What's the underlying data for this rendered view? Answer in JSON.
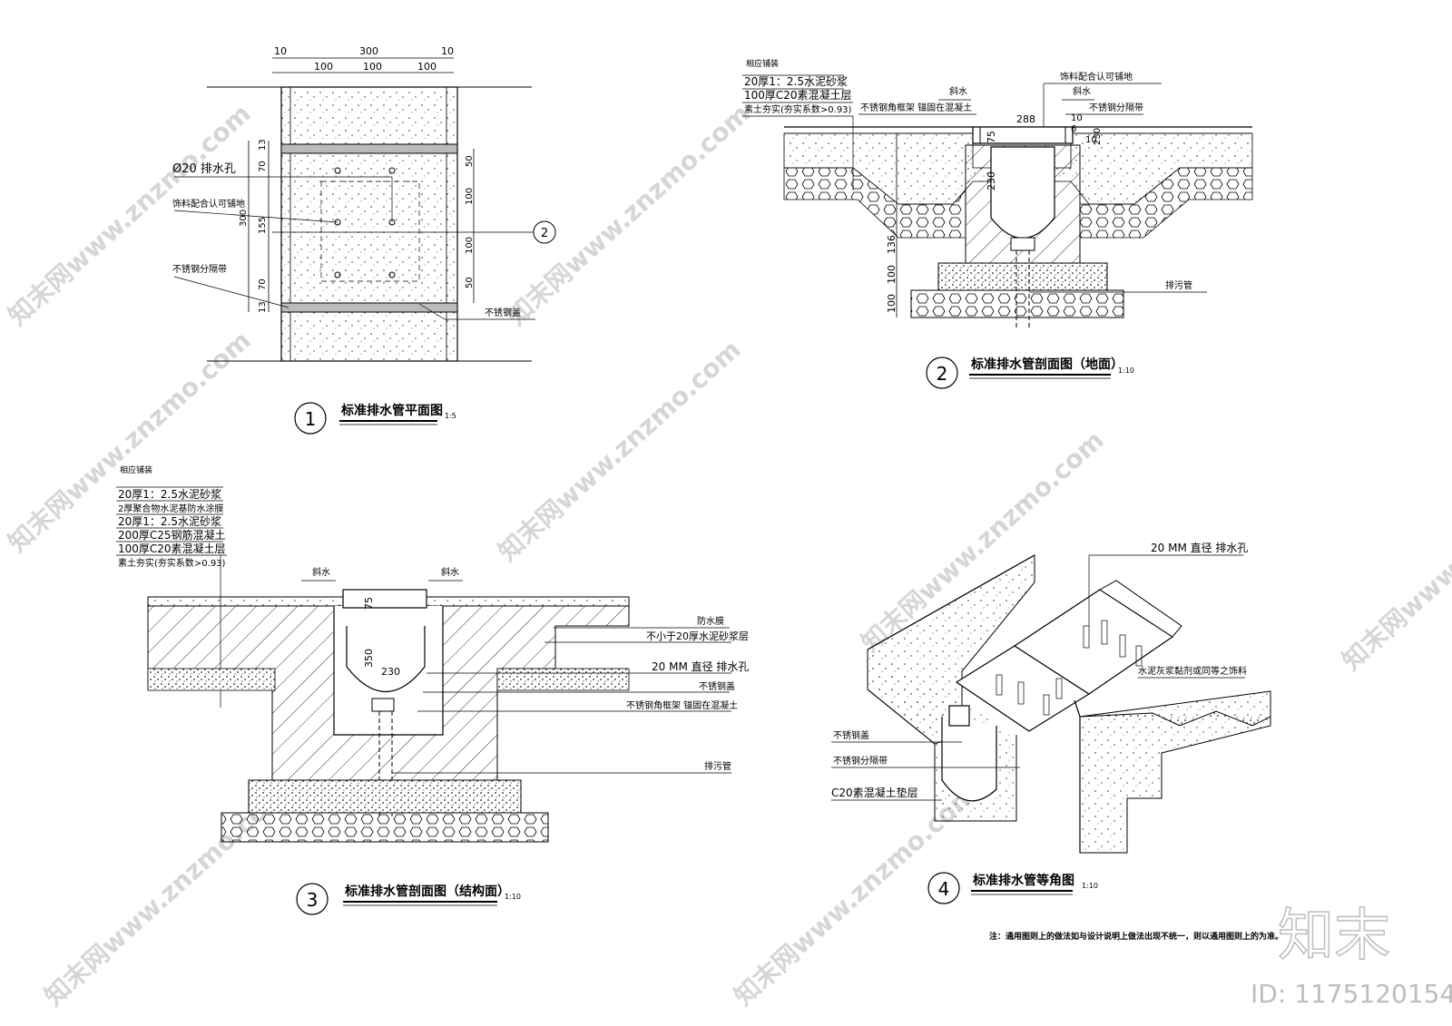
{
  "plan": {
    "dims_top": [
      "10",
      "300",
      "10",
      "100",
      "100",
      "100"
    ],
    "dims_left": [
      "13",
      "70",
      "300",
      "155",
      "70",
      "13"
    ],
    "dims_right": [
      "50",
      "100",
      "100",
      "50"
    ],
    "labels": [
      "Ø20 排水孔",
      "饰料配合认可铺地",
      "不锈钢分隔带",
      "不锈钢盖"
    ],
    "callout": "2",
    "title_num": "1",
    "title": "标准排水管平面图",
    "scale": "1:5"
  },
  "section_ground": {
    "layers_header": "相应铺装",
    "layers": [
      "20厚1：2.5水泥砂浆",
      "100厚C20素混凝土层",
      "素土夯实(夯实系数>0.93)"
    ],
    "labels": [
      "饰料配合认可铺地",
      "斜水",
      "斜水",
      "不锈钢角框架 锚固在混凝土",
      "不锈钢分隔带",
      "排污管"
    ],
    "dims": [
      "288",
      "75",
      "230",
      "136",
      "100",
      "100",
      "10",
      "6",
      "10",
      "230"
    ],
    "title_num": "2",
    "title": "标准排水管剖面图（地面）",
    "scale": "1:10"
  },
  "section_structure": {
    "layers_header": "相应铺装",
    "layers": [
      "20厚1：2.5水泥砂浆",
      "2厚聚合物水泥基防水涂膜",
      "20厚1：2.5水泥砂浆",
      "200厚C25钢筋混凝土",
      "100厚C20素混凝土层",
      "素土夯实(夯实系数>0.93)"
    ],
    "labels": [
      "斜水",
      "斜水",
      "防水膜",
      "不小于20厚水泥砂浆层",
      "20 MM 直径 排水孔",
      "不锈钢盖",
      "不锈钢角框架 锚固在混凝土",
      "排污管"
    ],
    "dims": [
      "75",
      "350",
      "230"
    ],
    "title_num": "3",
    "title": "标准排水管剖面图（结构面）",
    "scale": "1:10"
  },
  "isometric": {
    "labels": [
      "20 MM 直径 排水孔",
      "水泥灰浆黏剂或同等之饰料",
      "不锈钢盖",
      "不锈钢分隔带",
      "C20素混凝土垫层"
    ],
    "title_num": "4",
    "title": "标准排水管等角图",
    "scale": "1:10"
  },
  "note": "注：通用图则上的做法如与设计说明上做法出现不统一，则以通用图则上的为准。",
  "brand": {
    "logo_text": "知末",
    "id_text": "ID: 1175120154",
    "watermark": "知末网www.znzmo.com"
  }
}
